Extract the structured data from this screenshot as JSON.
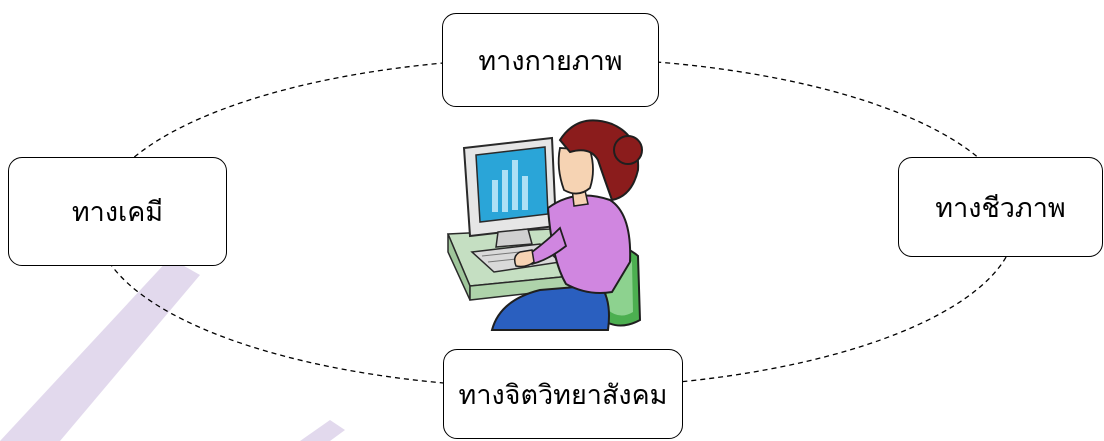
{
  "diagram": {
    "nodes": {
      "top": "ทางกายภาพ",
      "left": "ทางเคมี",
      "right": "ทางชีวภาพ",
      "bottom": "ทางจิตวิทยาสังคม"
    },
    "center_icon": "woman-at-computer-icon",
    "colors": {
      "watermark": "#ddd2ea",
      "line": "#000000"
    }
  }
}
